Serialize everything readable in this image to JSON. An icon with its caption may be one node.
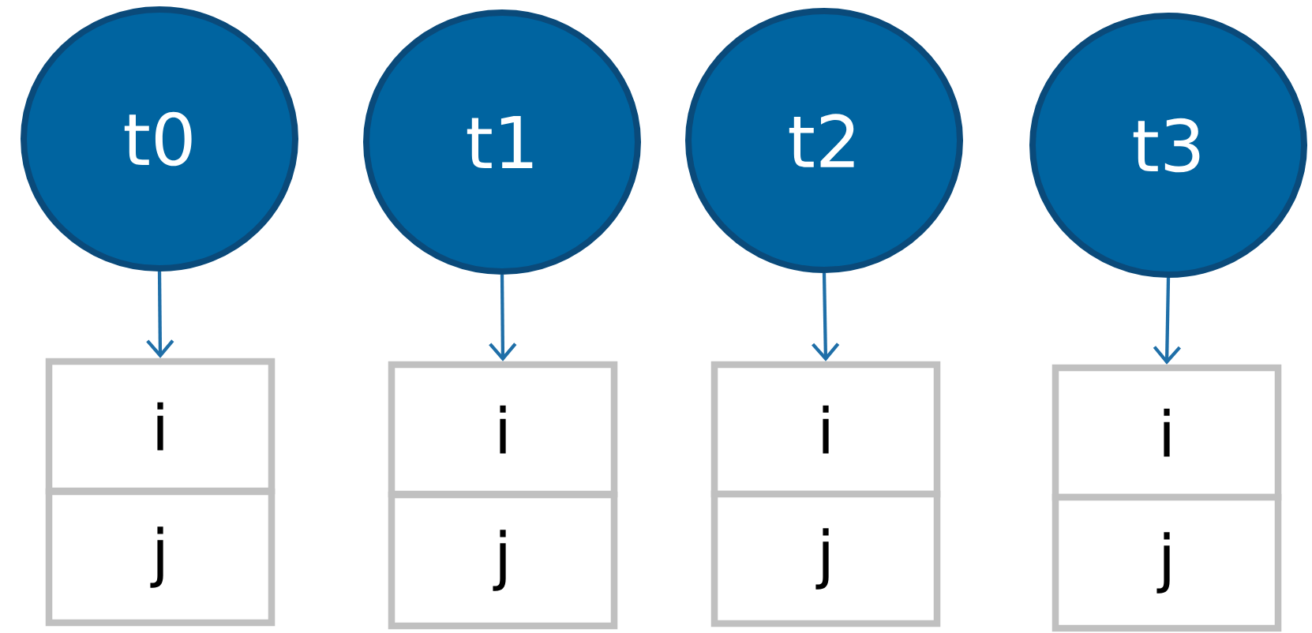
{
  "diagram": {
    "nodes": [
      {
        "text": [
          "t0"
        ]
      },
      {
        "text": [
          "t1"
        ]
      },
      {
        "text": [
          "t2"
        ]
      },
      {
        "text": [
          "t3"
        ]
      },
      {
        "text": [
          "i"
        ]
      },
      {
        "text": [
          "j"
        ]
      },
      {
        "text": [
          "i"
        ]
      },
      {
        "text": [
          "j"
        ]
      },
      {
        "text": [
          "i"
        ]
      },
      {
        "text": [
          "j"
        ]
      },
      {
        "text": [
          "i"
        ]
      },
      {
        "text": [
          "j"
        ]
      }
    ],
    "edges": [
      {
        "from": 0,
        "to": 4,
        "arrow": "to"
      },
      {
        "from": 1,
        "to": 6,
        "arrow": "to"
      },
      {
        "from": 2,
        "to": 8,
        "arrow": "to"
      },
      {
        "from": 3,
        "to": 10,
        "arrow": "to"
      }
    ]
  }
}
